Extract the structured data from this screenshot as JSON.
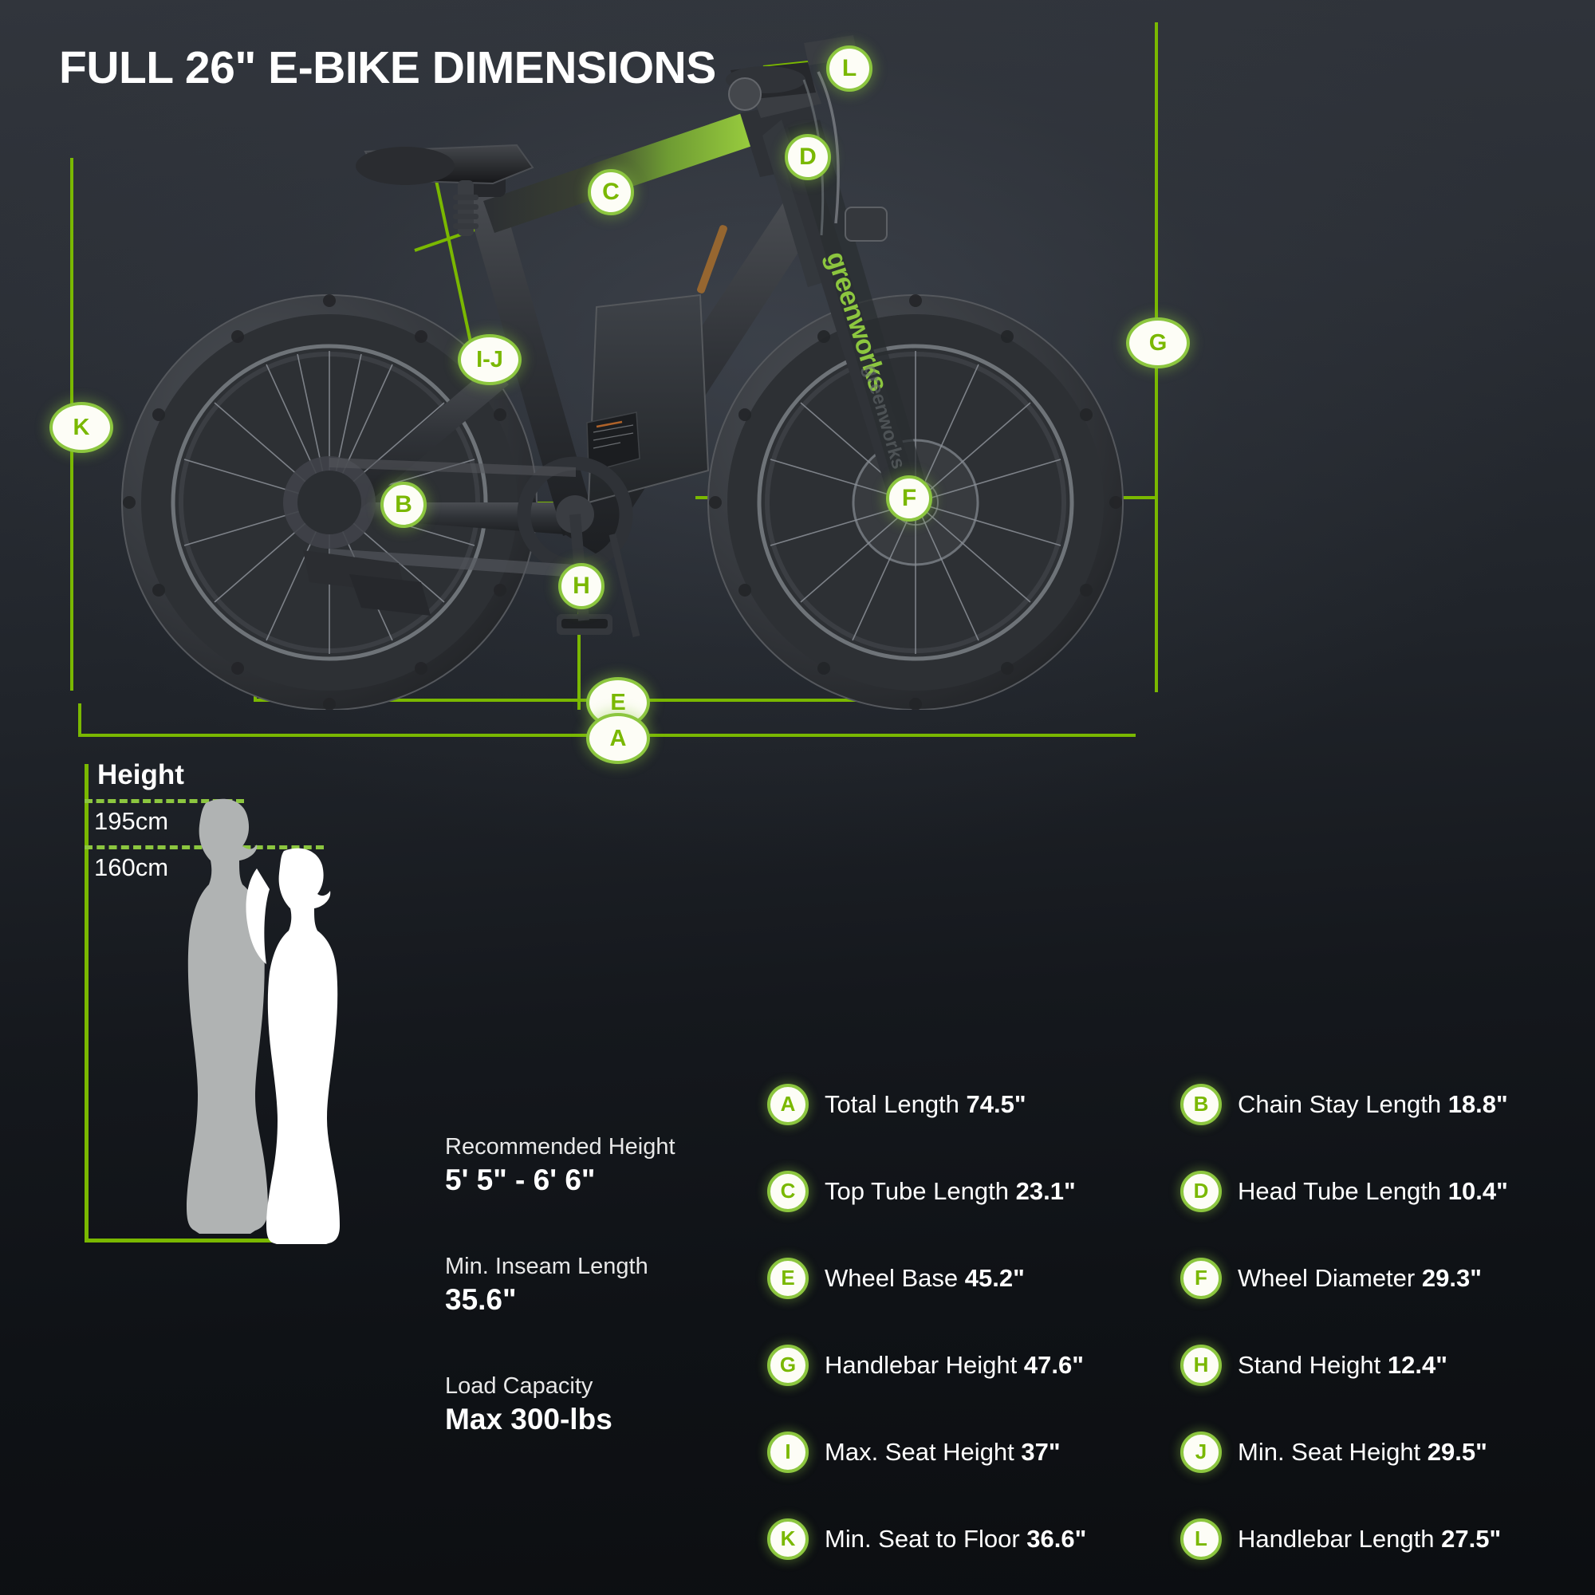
{
  "title": "FULL 26\" E-BIKE DIMENSIONS",
  "brand": "greenworks",
  "colors": {
    "accent_green": "#8cc63f",
    "line_green": "#7ab800",
    "badge_fill": "#fdfdf6",
    "background_top": "#31353c",
    "background_bottom": "#0c0e11",
    "text_white": "#ffffff",
    "silhouette_gray": "#b0b3b3",
    "silhouette_white": "#ffffff"
  },
  "diagram_callouts": [
    {
      "id": "L",
      "label": "L"
    },
    {
      "id": "D",
      "label": "D"
    },
    {
      "id": "C",
      "label": "C"
    },
    {
      "id": "G",
      "label": "G"
    },
    {
      "id": "K",
      "label": "K"
    },
    {
      "id": "I-J",
      "label": "I-J"
    },
    {
      "id": "B",
      "label": "B"
    },
    {
      "id": "F",
      "label": "F"
    },
    {
      "id": "H",
      "label": "H"
    },
    {
      "id": "E",
      "label": "E"
    },
    {
      "id": "A",
      "label": "A"
    }
  ],
  "height_panel": {
    "heading": "Height",
    "upper_mark": "195cm",
    "lower_mark": "160cm"
  },
  "info_block": [
    {
      "caption": "Recommended Height",
      "value": "5' 5\" - 6' 6\""
    },
    {
      "caption": "Min. Inseam Length",
      "value": "35.6\""
    },
    {
      "caption": "Load Capacity",
      "value": "Max 300-lbs"
    }
  ],
  "specs": [
    {
      "badge": "A",
      "name": "Total Length",
      "value": "74.5\""
    },
    {
      "badge": "B",
      "name": "Chain Stay Length",
      "value": "18.8\""
    },
    {
      "badge": "C",
      "name": "Top Tube Length",
      "value": "23.1\""
    },
    {
      "badge": "D",
      "name": "Head Tube Length",
      "value": "10.4\""
    },
    {
      "badge": "E",
      "name": "Wheel Base",
      "value": "45.2\""
    },
    {
      "badge": "F",
      "name": "Wheel Diameter",
      "value": "29.3\""
    },
    {
      "badge": "G",
      "name": "Handlebar Height",
      "value": "47.6\""
    },
    {
      "badge": "H",
      "name": "Stand Height",
      "value": "12.4\""
    },
    {
      "badge": "I",
      "name": "Max. Seat Height",
      "value": "37\""
    },
    {
      "badge": "J",
      "name": "Min. Seat Height",
      "value": "29.5\""
    },
    {
      "badge": "K",
      "name": "Min. Seat to Floor",
      "value": "36.6\""
    },
    {
      "badge": "L",
      "name": "Handlebar Length",
      "value": "27.5\""
    }
  ]
}
